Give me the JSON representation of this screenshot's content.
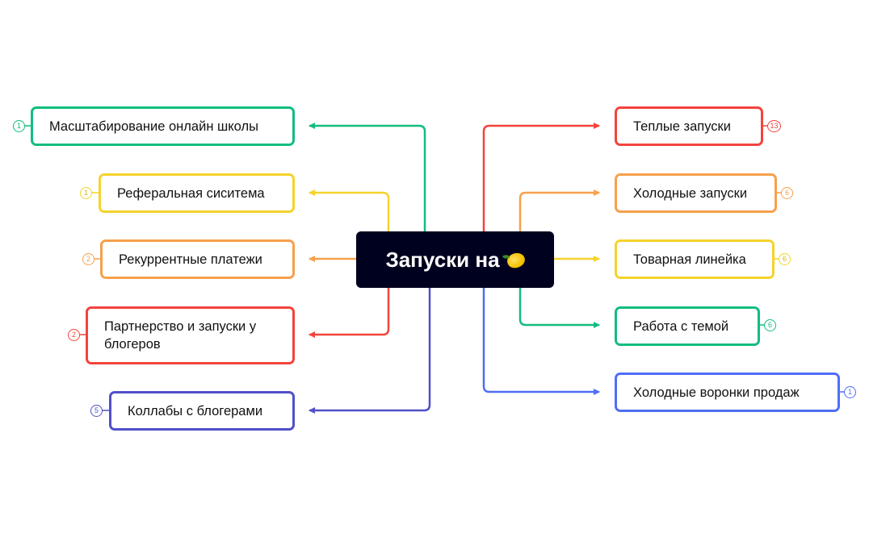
{
  "center": {
    "label": "Запуски на",
    "icon": "lemon-emoji",
    "bg": "#00011f"
  },
  "colors": {
    "green": "#12bd7e",
    "yellow": "#f5d32c",
    "orange": "#f7a04b",
    "red": "#f4433c",
    "indigo": "#5050c8",
    "blue": "#4f6ef7"
  },
  "left_nodes": [
    {
      "label": "Масштабирование онлайн школы",
      "count": "1",
      "color": "#12bd7e"
    },
    {
      "label": "Реферальная сиситема",
      "count": "1",
      "color": "#f5d32c"
    },
    {
      "label": "Рекуррентные платежи",
      "count": "2",
      "color": "#f7a04b"
    },
    {
      "label": "Партнерство и запуски у блогеров",
      "count": "2",
      "color": "#f4433c"
    },
    {
      "label": "Коллабы с блогерами",
      "count": "5",
      "color": "#5050c8"
    }
  ],
  "right_nodes": [
    {
      "label": "Теплые запуски",
      "count": "13",
      "color": "#f4433c"
    },
    {
      "label": "Холодные запуски",
      "count": "6",
      "color": "#f7a04b"
    },
    {
      "label": "Товарная линейка",
      "count": "6",
      "color": "#f5d32c"
    },
    {
      "label": "Работа с темой",
      "count": "6",
      "color": "#12bd7e"
    },
    {
      "label": "Холодные воронки продаж",
      "count": "1",
      "color": "#4f6ef7"
    }
  ]
}
